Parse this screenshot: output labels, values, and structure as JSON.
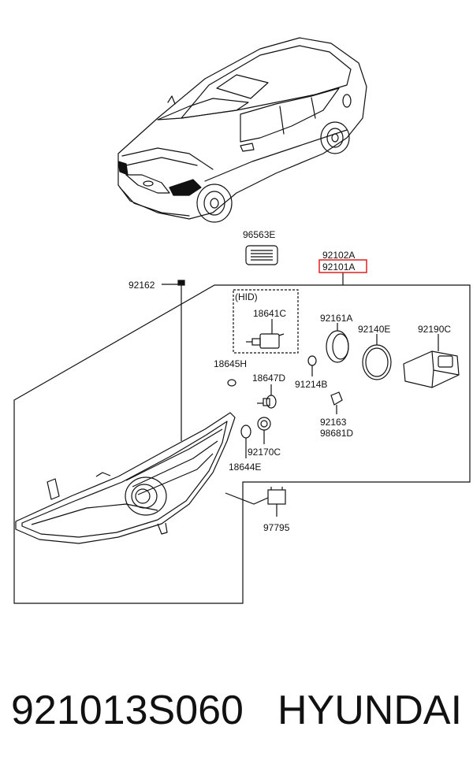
{
  "labels": {
    "l96563E": "96563E",
    "l92102A": "92102A",
    "l92101A": "92101A",
    "l92162": "92162",
    "hid": "(HID)",
    "l18641C": "18641C",
    "l92161A": "92161A",
    "l92140E": "92140E",
    "l92190C": "92190C",
    "l18645H": "18645H",
    "l18647D": "18647D",
    "l91214B": "91214B",
    "l92163": "92163",
    "l98681D": "98681D",
    "l92170C": "92170C",
    "l18644E": "18644E",
    "l97795": "97795"
  },
  "footer": {
    "part_number": "921013S060",
    "brand": "HYUNDAI"
  },
  "colors": {
    "highlight": "#e02020",
    "line": "#111111"
  }
}
